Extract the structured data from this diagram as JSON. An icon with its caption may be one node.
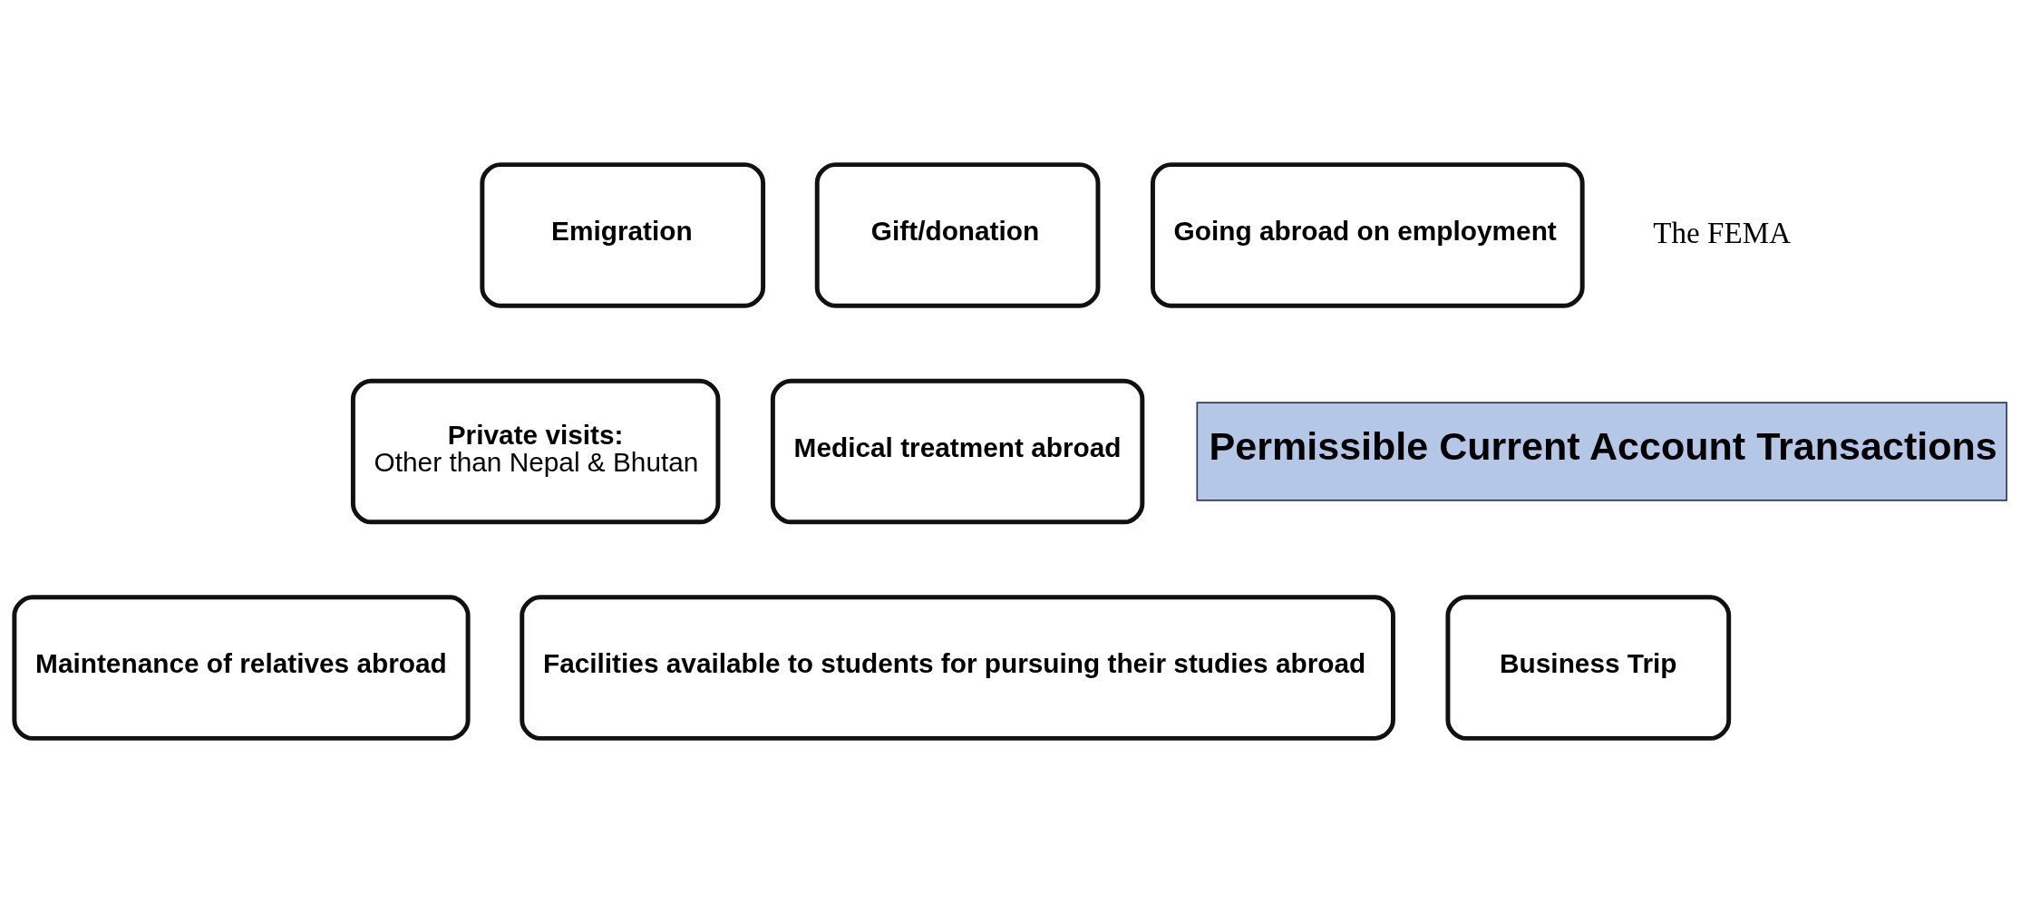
{
  "diagram": {
    "nodes": [
      {
        "text": [
          "Private visits:",
          "Other than Nepal & Bhutan"
        ]
      },
      {
        "text": [
          "Emigration"
        ]
      },
      {
        "text": [
          "Gift/donation"
        ]
      },
      {
        "text": [
          "Going abroad on employment"
        ]
      },
      {
        "text": [
          "Medical treatment abroad"
        ]
      },
      {
        "text": [
          "Permissible Current Account Transactions"
        ]
      },
      {
        "text": [
          "Maintenance of relatives abroad"
        ]
      },
      {
        "text": [
          "Facilities available to students for pursuing their studies abroad"
        ]
      },
      {
        "text": [
          "Business Trip"
        ]
      }
    ],
    "edges": [],
    "labels": [
      "The FEMA"
    ]
  }
}
